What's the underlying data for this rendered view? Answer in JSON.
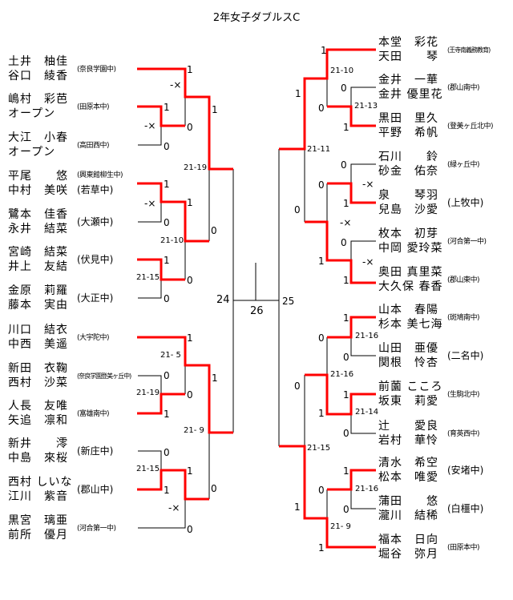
{
  "title": "2年女子ダブルスC",
  "left_teams": [
    {
      "p1": "土井　柚佳",
      "p2": "谷口　綾香",
      "school": "(奈良学園中)"
    },
    {
      "p1": "嶋村　彩芭",
      "p2": "オープン",
      "school": "(田原本中)"
    },
    {
      "p1": "大江　小春",
      "p2": "オープン",
      "school": "(高田西中)"
    },
    {
      "p1": "平尾　　悠",
      "p2": "中村　美咲",
      "school": "(興東館柳生中)",
      "school2": "(若草中)"
    },
    {
      "p1": "鷺本　佳香",
      "p2": "永井　結菜",
      "school": "(大瀬中)"
    },
    {
      "p1": "宮崎　結菜",
      "p2": "井上　友結",
      "school": "(伏見中)"
    },
    {
      "p1": "金原　莉羅",
      "p2": "藤本　実由",
      "school": "(大正中)"
    },
    {
      "p1": "川口　結衣",
      "p2": "中西　美遥",
      "school": "(大宇陀中)"
    },
    {
      "p1": "新田　衣鞠",
      "p2": "西村　沙菜",
      "school": "(奈良学園登美ヶ丘中)"
    },
    {
      "p1": "人長　友唯",
      "p2": "矢追　凛和",
      "school": "(富雄南中)"
    },
    {
      "p1": "新井　　澪",
      "p2": "中島　來桜",
      "school": "(新庄中)"
    },
    {
      "p1": "西村 しいな",
      "p2": "江川　紫音",
      "school": "(郡山中)"
    },
    {
      "p1": "黒宮　璃亜",
      "p2": "前所　優月",
      "school": "(河合第一中)"
    }
  ],
  "right_teams": [
    {
      "p1": "本堂　彩花",
      "p2": "天田　　琴",
      "school": "(王寺南義務教育)"
    },
    {
      "p1": "金井　一華",
      "p2": "金井 優里花",
      "school": "(郡山南中)"
    },
    {
      "p1": "黒田　里久",
      "p2": "平野　希帆",
      "school": "(登美ヶ丘北中)"
    },
    {
      "p1": "石川　　鈴",
      "p2": "砂金　佑奈",
      "school": "(緑ヶ丘中)"
    },
    {
      "p1": "泉　　琴羽",
      "p2": "兒島　沙愛",
      "school": "(上牧中)"
    },
    {
      "p1": "枚本　初芽",
      "p2": "中岡 愛玲菜",
      "school": "(河合第一中)"
    },
    {
      "p1": "奥田 真里菜",
      "p2": "大久保 春香",
      "school": "(郡山東中)"
    },
    {
      "p1": "山本　春陽",
      "p2": "杉本 美七海",
      "school": "(斑鳩南中)"
    },
    {
      "p1": "山田　亜優",
      "p2": "関根　怜杏",
      "school": "(二名中)"
    },
    {
      "p1": "前薗 こころ",
      "p2": "坂東　莉愛",
      "school": "(生駒北中)"
    },
    {
      "p1": "辻　　愛良",
      "p2": "岩村　華怜",
      "school": "(育英西中)"
    },
    {
      "p1": "清水　希空",
      "p2": "松本　唯愛",
      "school": "(安堵中)"
    },
    {
      "p1": "蒲田　　悠",
      "p2": "瀧川　結稀",
      "school": "(白橿中)"
    },
    {
      "p1": "福本　日向",
      "p2": "堀谷　弥月",
      "school": "(田原本中)"
    }
  ],
  "scores": [
    "1",
    "-×",
    "1",
    "-×",
    "0",
    "0",
    "1",
    "21-19",
    "1",
    "-×",
    "1",
    "0",
    "0",
    "21-10",
    "1",
    "21-15",
    "0",
    "0",
    "24",
    "26",
    "25",
    "1",
    "21- 5",
    "0",
    "21-19",
    "0",
    "1",
    "1",
    "21- 9",
    "0",
    "21-15",
    "1",
    "1",
    "0",
    "-×",
    "0",
    "1",
    "21-10",
    "1",
    "0",
    "0",
    "21-13",
    "1",
    "21-11",
    "0",
    "0",
    "-×",
    "1",
    "0",
    "-×",
    "0",
    "1",
    "-×",
    "1",
    "1",
    "0",
    "21-16",
    "0",
    "21-16",
    "0",
    "1",
    "1",
    "21-14",
    "0",
    "21-15",
    "1",
    "0",
    "21-16",
    "0",
    "1",
    "21- 9",
    "1"
  ],
  "colors": {
    "winner_line": "#ff0000",
    "line": "#000000"
  }
}
